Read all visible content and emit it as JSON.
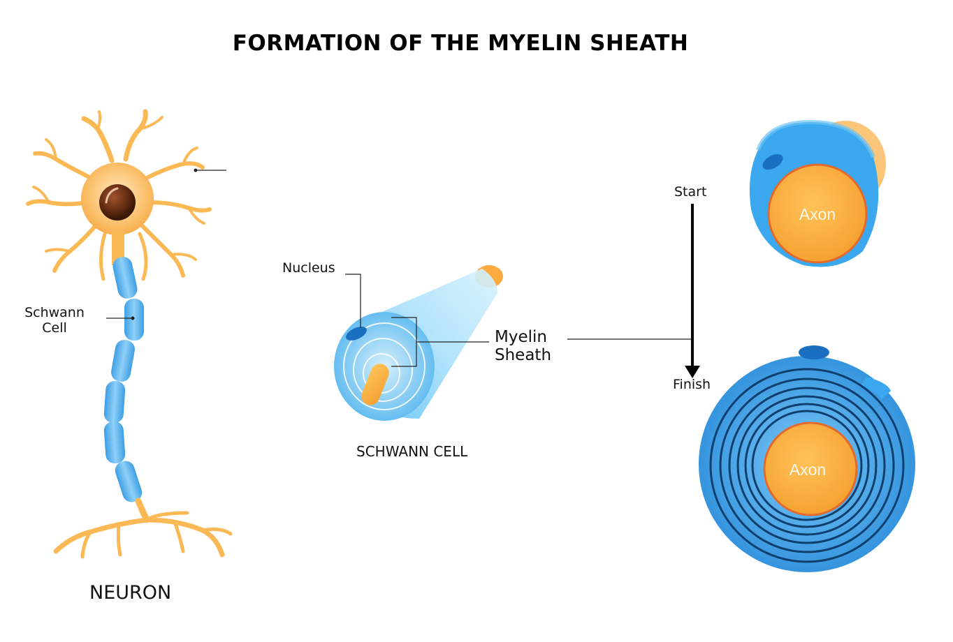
{
  "title": "FORMATION OF THE MYELIN SHEATH",
  "neuron": {
    "schwann_label_line1": "Schwann",
    "schwann_label_line2": "Cell",
    "caption": "NEURON"
  },
  "schwann_cell": {
    "nucleus_label": "Nucleus",
    "myelin_label_line1": "Myelin",
    "myelin_label_line2": "Sheath",
    "caption": "SCHWANN CELL"
  },
  "process": {
    "start_label": "Start",
    "finish_label": "Finish",
    "axon_label_top": "Axon",
    "axon_label_bottom": "Axon"
  },
  "colors": {
    "neuron_orange": "#fbb955",
    "myelin_blue": "#4aaef0",
    "axon_orange": "#fbab3f",
    "dark_blue": "#1a6fc0"
  }
}
